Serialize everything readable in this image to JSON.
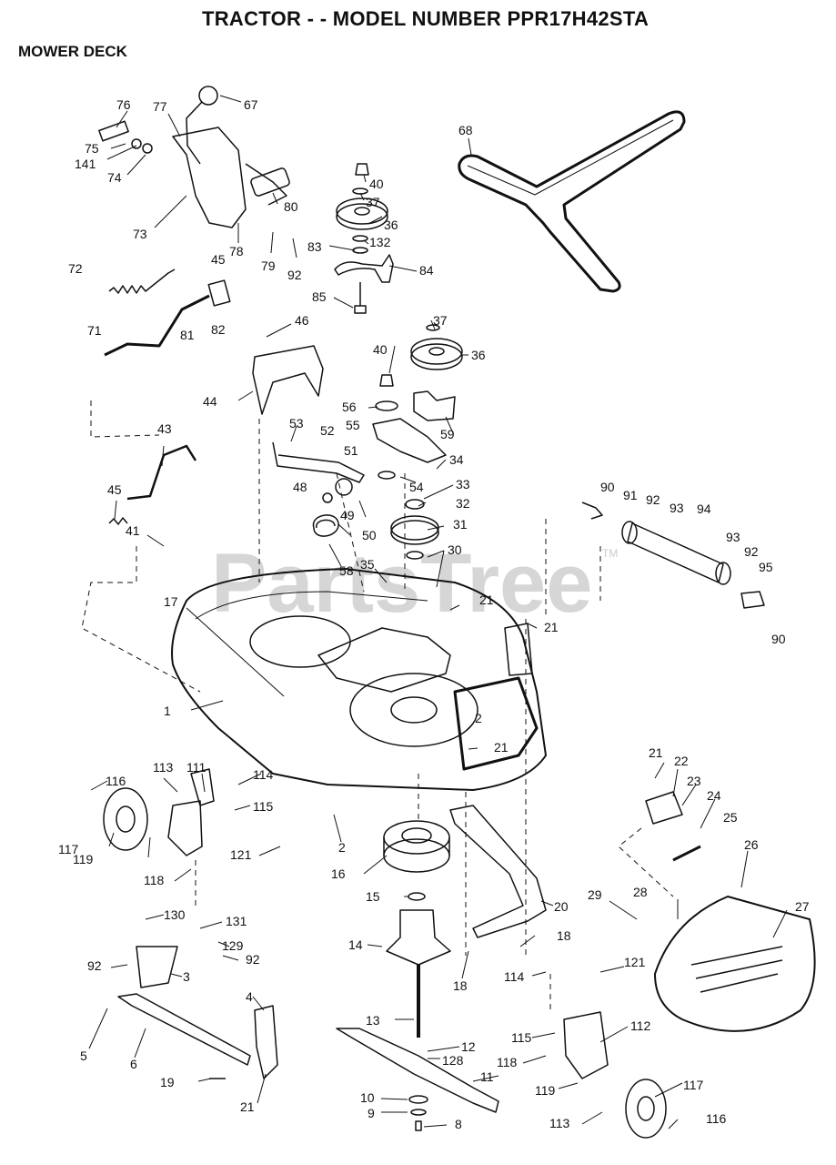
{
  "title": "TRACTOR - - MODEL NUMBER PPR17H42STA",
  "subtitle": "MOWER DECK",
  "watermark": "PartsTree",
  "trademark": "TM",
  "callouts": [
    {
      "id": "76",
      "text": "76"
    },
    {
      "id": "77",
      "text": "77"
    },
    {
      "id": "67",
      "text": "67"
    },
    {
      "id": "75",
      "text": "75"
    },
    {
      "id": "141",
      "text": "141"
    },
    {
      "id": "74",
      "text": "74"
    },
    {
      "id": "80",
      "text": "80"
    },
    {
      "id": "73",
      "text": "73"
    },
    {
      "id": "78",
      "text": "78"
    },
    {
      "id": "79",
      "text": "79"
    },
    {
      "id": "92a",
      "text": "92"
    },
    {
      "id": "72",
      "text": "72"
    },
    {
      "id": "45a",
      "text": "45"
    },
    {
      "id": "81",
      "text": "81"
    },
    {
      "id": "82",
      "text": "82"
    },
    {
      "id": "71",
      "text": "71"
    },
    {
      "id": "40a",
      "text": "40"
    },
    {
      "id": "37a",
      "text": "37"
    },
    {
      "id": "36a",
      "text": "36"
    },
    {
      "id": "83",
      "text": "83"
    },
    {
      "id": "132",
      "text": "132"
    },
    {
      "id": "84",
      "text": "84"
    },
    {
      "id": "85",
      "text": "85"
    },
    {
      "id": "68",
      "text": "68"
    },
    {
      "id": "46",
      "text": "46"
    },
    {
      "id": "37b",
      "text": "37"
    },
    {
      "id": "40b",
      "text": "40"
    },
    {
      "id": "36b",
      "text": "36"
    },
    {
      "id": "44",
      "text": "44"
    },
    {
      "id": "56",
      "text": "56"
    },
    {
      "id": "55",
      "text": "55"
    },
    {
      "id": "59",
      "text": "59"
    },
    {
      "id": "53",
      "text": "53"
    },
    {
      "id": "52",
      "text": "52"
    },
    {
      "id": "51",
      "text": "51"
    },
    {
      "id": "34",
      "text": "34"
    },
    {
      "id": "48",
      "text": "48"
    },
    {
      "id": "54",
      "text": "54"
    },
    {
      "id": "33",
      "text": "33"
    },
    {
      "id": "43",
      "text": "43"
    },
    {
      "id": "49",
      "text": "49"
    },
    {
      "id": "32",
      "text": "32"
    },
    {
      "id": "45b",
      "text": "45"
    },
    {
      "id": "50",
      "text": "50"
    },
    {
      "id": "31",
      "text": "31"
    },
    {
      "id": "41",
      "text": "41"
    },
    {
      "id": "58",
      "text": "58"
    },
    {
      "id": "35",
      "text": "35"
    },
    {
      "id": "30",
      "text": "30"
    },
    {
      "id": "90a",
      "text": "90"
    },
    {
      "id": "91",
      "text": "91"
    },
    {
      "id": "92b",
      "text": "92"
    },
    {
      "id": "93a",
      "text": "93"
    },
    {
      "id": "94",
      "text": "94"
    },
    {
      "id": "93b",
      "text": "93"
    },
    {
      "id": "92c",
      "text": "92"
    },
    {
      "id": "95",
      "text": "95"
    },
    {
      "id": "90b",
      "text": "90"
    },
    {
      "id": "17",
      "text": "17"
    },
    {
      "id": "21a",
      "text": "21"
    },
    {
      "id": "21b",
      "text": "21"
    },
    {
      "id": "1",
      "text": "1"
    },
    {
      "id": "2a",
      "text": "2"
    },
    {
      "id": "21c",
      "text": "21"
    },
    {
      "id": "116a",
      "text": "116"
    },
    {
      "id": "113a",
      "text": "113"
    },
    {
      "id": "111",
      "text": "111"
    },
    {
      "id": "114a",
      "text": "114"
    },
    {
      "id": "115a",
      "text": "115"
    },
    {
      "id": "117a",
      "text": "117"
    },
    {
      "id": "119a",
      "text": "119"
    },
    {
      "id": "121a",
      "text": "121"
    },
    {
      "id": "118a",
      "text": "118"
    },
    {
      "id": "2b",
      "text": "2"
    },
    {
      "id": "16",
      "text": "16"
    },
    {
      "id": "21d",
      "text": "21"
    },
    {
      "id": "22",
      "text": "22"
    },
    {
      "id": "23",
      "text": "23"
    },
    {
      "id": "24",
      "text": "24"
    },
    {
      "id": "25",
      "text": "25"
    },
    {
      "id": "26",
      "text": "26"
    },
    {
      "id": "15",
      "text": "15"
    },
    {
      "id": "20",
      "text": "20"
    },
    {
      "id": "27",
      "text": "27"
    },
    {
      "id": "28",
      "text": "28"
    },
    {
      "id": "29",
      "text": "29"
    },
    {
      "id": "130",
      "text": "130"
    },
    {
      "id": "131",
      "text": "131"
    },
    {
      "id": "129",
      "text": "129"
    },
    {
      "id": "92d",
      "text": "92"
    },
    {
      "id": "92e",
      "text": "92"
    },
    {
      "id": "14",
      "text": "14"
    },
    {
      "id": "18a",
      "text": "18"
    },
    {
      "id": "3",
      "text": "3"
    },
    {
      "id": "114b",
      "text": "114"
    },
    {
      "id": "121b",
      "text": "121"
    },
    {
      "id": "18b",
      "text": "18"
    },
    {
      "id": "4",
      "text": "4"
    },
    {
      "id": "5",
      "text": "5"
    },
    {
      "id": "6",
      "text": "6"
    },
    {
      "id": "13",
      "text": "13"
    },
    {
      "id": "115b",
      "text": "115"
    },
    {
      "id": "112",
      "text": "112"
    },
    {
      "id": "12",
      "text": "12"
    },
    {
      "id": "128",
      "text": "128"
    },
    {
      "id": "118b",
      "text": "118"
    },
    {
      "id": "11",
      "text": "11"
    },
    {
      "id": "19",
      "text": "19"
    },
    {
      "id": "117b",
      "text": "117"
    },
    {
      "id": "119b",
      "text": "119"
    },
    {
      "id": "10",
      "text": "10"
    },
    {
      "id": "21e",
      "text": "21"
    },
    {
      "id": "9",
      "text": "9"
    },
    {
      "id": "113b",
      "text": "113"
    },
    {
      "id": "116b",
      "text": "116"
    },
    {
      "id": "8",
      "text": "8"
    }
  ]
}
